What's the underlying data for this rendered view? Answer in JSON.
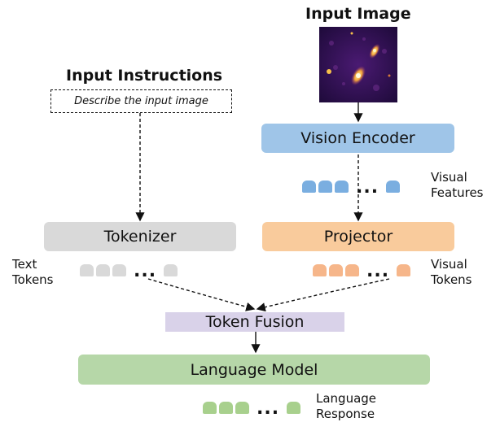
{
  "input_image": {
    "title": "Input Image"
  },
  "input_instructions": {
    "title": "Input Instructions",
    "prompt": "Describe the input image"
  },
  "vision_encoder": {
    "label": "Vision Encoder",
    "color": "#9fc5e8"
  },
  "visual_features": {
    "label_line1": "Visual",
    "label_line2": "Features",
    "token_color": "#7aaee0",
    "ellipsis": "..."
  },
  "tokenizer": {
    "label": "Tokenizer",
    "color": "#d9d9d9"
  },
  "projector": {
    "label": "Projector",
    "color": "#f9cb9c"
  },
  "text_tokens": {
    "label_line1": "Text",
    "label_line2": "Tokens",
    "token_color": "#d9d9d9",
    "ellipsis": "..."
  },
  "visual_tokens": {
    "label_line1": "Visual",
    "label_line2": "Tokens",
    "token_color": "#f6b68a",
    "ellipsis": "..."
  },
  "token_fusion": {
    "label": "Token Fusion",
    "color": "#d9d2e9"
  },
  "language_model": {
    "label": "Language Model",
    "color": "#b6d7a8"
  },
  "language_response": {
    "label_line1": "Language",
    "label_line2": "Response",
    "token_color": "#a8d08d",
    "ellipsis": "..."
  }
}
